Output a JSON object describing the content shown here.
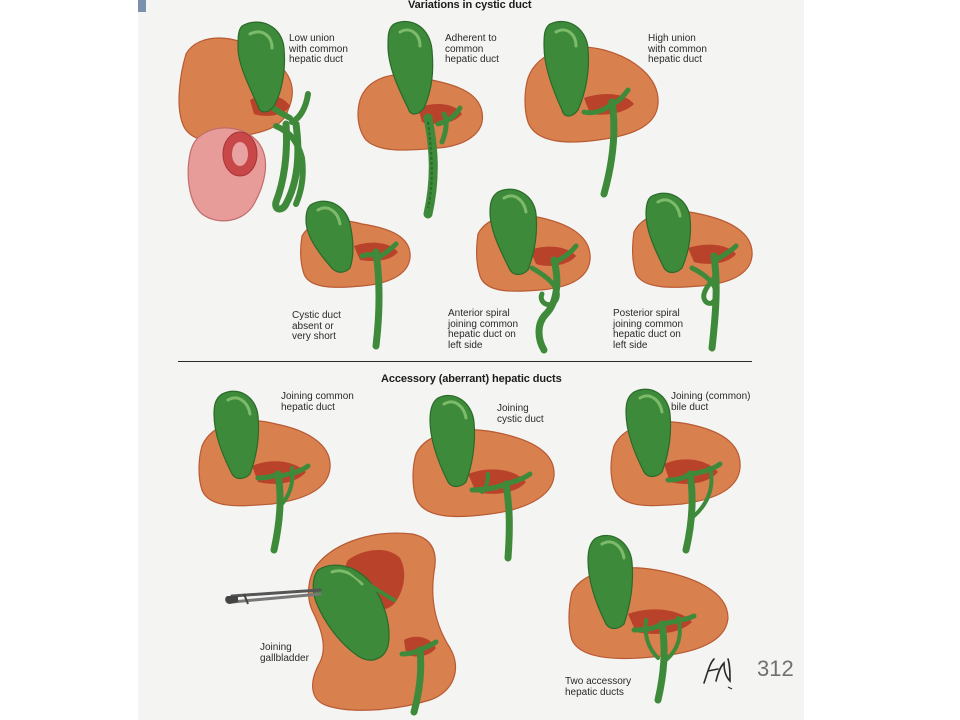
{
  "sections": {
    "cystic": {
      "heading": "Variations in cystic duct",
      "captions": {
        "low_union": [
          "Low union",
          "with common",
          "hepatic duct"
        ],
        "adherent": [
          "Adherent to",
          "common",
          "hepatic duct"
        ],
        "high_union": [
          "High union",
          "with common",
          "hepatic duct"
        ],
        "absent": [
          "Cystic duct",
          "absent or",
          "very short"
        ],
        "anterior_spiral": [
          "Anterior spiral",
          "joining common",
          "hepatic duct on",
          "left side"
        ],
        "posterior_spiral": [
          "Posterior spiral",
          "joining common",
          "hepatic duct on",
          "left side"
        ]
      }
    },
    "accessory": {
      "heading": "Accessory (aberrant) hepatic ducts",
      "captions": {
        "joining_common_hepatic": [
          "Joining common",
          "hepatic duct"
        ],
        "joining_cystic": [
          "Joining",
          "cystic duct"
        ],
        "joining_common_bile": [
          "Joining (common)",
          "bile duct"
        ],
        "joining_gallbladder": [
          "Joining",
          "gallbladder"
        ],
        "two_accessory": [
          "Two accessory",
          "hepatic ducts"
        ]
      }
    }
  },
  "page_number": "312",
  "artist_signature": "F.N.",
  "colors": {
    "liver": "#d9804f",
    "liver_dark": "#b85a33",
    "liver_cut": "#b9432a",
    "gallbladder": "#3d8a3a",
    "gallbladder_light": "#7dbb6a",
    "duct": "#4f9a45",
    "duodenum": "#e79c9a",
    "duodenum_inner": "#c8484a",
    "plate_bg": "#f4f4f2",
    "accent_mark": "#7b8fae"
  },
  "icons": [
    "artist-signature-icon",
    "forceps-icon"
  ]
}
